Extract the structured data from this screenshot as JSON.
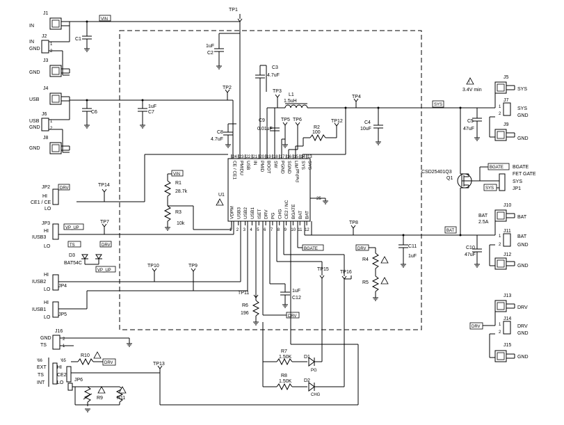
{
  "connectors": {
    "j1": {
      "ref": "J1",
      "net": "IN"
    },
    "j2": {
      "ref": "J2",
      "net1": "IN",
      "net2": "GND",
      "p1": "1",
      "p2": "2"
    },
    "j3": {
      "ref": "J3",
      "net": "GND"
    },
    "j4": {
      "ref": "J4",
      "net": "USB"
    },
    "j6": {
      "ref": "J6",
      "net1": "USB",
      "net2": "GND",
      "p1": "1",
      "p2": "2"
    },
    "j8": {
      "ref": "J8",
      "net": "GND"
    },
    "j5": {
      "ref": "J5",
      "net": "SYS"
    },
    "j7": {
      "ref": "J7",
      "net1": "SYS",
      "net2": "GND",
      "p1": "1",
      "p2": "2"
    },
    "j9": {
      "ref": "J9",
      "net": "GND"
    },
    "j10": {
      "ref": "J10",
      "net": "BAT"
    },
    "j11": {
      "ref": "J11",
      "net1": "BAT",
      "net2": "GND",
      "p1": "1",
      "p2": "2"
    },
    "j12": {
      "ref": "J12",
      "net": "GND"
    },
    "j13": {
      "ref": "J13",
      "net": "DRV"
    },
    "j14": {
      "ref": "J14",
      "net1": "DRV",
      "net2": "GND",
      "p1": "1",
      "p2": "2"
    },
    "j15": {
      "ref": "J15",
      "net": "GND"
    },
    "j16": {
      "ref": "J16",
      "net1": "GND",
      "net2": "TS",
      "p1": "2",
      "p2": "1"
    }
  },
  "testpoints": {
    "tp1": "TP1",
    "tp2": "TP2",
    "tp3": "TP3",
    "tp4": "TP4",
    "tp5": "TP5",
    "tp6": "TP6",
    "tp7": "TP7",
    "tp8": "TP8",
    "tp9": "TP9",
    "tp10": "TP10",
    "tp11": "TP11",
    "tp12": "TP12",
    "tp13": "TP13",
    "tp14": "TP14",
    "tp15": "TP15",
    "tp16": "TP16"
  },
  "capacitors": {
    "c1": {
      "ref": "C1"
    },
    "c2": {
      "ref": "C2",
      "value": "1uF"
    },
    "c3": {
      "ref": "C3",
      "value": "4.7uF"
    },
    "c4": {
      "ref": "C4",
      "value": "10uF"
    },
    "c5": {
      "ref": "C5",
      "value": "47uF"
    },
    "c6": {
      "ref": "C6"
    },
    "c7": {
      "ref": "C7",
      "value": "1uF"
    },
    "c8": {
      "ref": "C8",
      "value": "4.7uF"
    },
    "c9": {
      "ref": "C9",
      "value": "0.01uF"
    },
    "c10": {
      "ref": "C10",
      "value": "47uF"
    },
    "c11": {
      "ref": "C11",
      "value": "1uF"
    },
    "c12": {
      "ref": "C12",
      "value": "1uF"
    }
  },
  "resistors": {
    "r1": {
      "ref": "R1",
      "value": "28.7k"
    },
    "r2": {
      "ref": "R2",
      "value": "100"
    },
    "r3": {
      "ref": "R3",
      "value": "10k"
    },
    "r4": {
      "ref": "R4"
    },
    "r5": {
      "ref": "R5"
    },
    "r6": {
      "ref": "R6",
      "value": "196"
    },
    "r7": {
      "ref": "R7",
      "value": "1.50K"
    },
    "r8": {
      "ref": "R8",
      "value": "1.50K"
    },
    "r9": {
      "ref": "R9"
    },
    "r10": {
      "ref": "R10"
    },
    "r11": {
      "ref": "R11"
    }
  },
  "inductor": {
    "ref": "L1",
    "value": "1.5uH"
  },
  "diodes": {
    "d1": {
      "ref": "D1",
      "sub": "PG"
    },
    "d2": {
      "ref": "D2",
      "sub": "CHG"
    },
    "d3": {
      "ref": "D3",
      "part": "BAT54C"
    }
  },
  "fet": {
    "ref": "Q1",
    "part": "CSD25401Q3"
  },
  "ic": {
    "ref": "U1",
    "top_pins": [
      {
        "num": "24",
        "name": "CE / CE1"
      },
      {
        "num": "23",
        "name": "PMIDU"
      },
      {
        "num": "22",
        "name": "USB"
      },
      {
        "num": "21",
        "name": "IN"
      },
      {
        "num": "20",
        "name": "PMID"
      },
      {
        "num": "19",
        "name": "BOOT"
      },
      {
        "num": "18",
        "name": "SW"
      },
      {
        "num": "17",
        "name": "PGND"
      },
      {
        "num": "16",
        "name": "SGND"
      },
      {
        "num": "15",
        "name": "LIM"
      },
      {
        "num": "14",
        "name": "SYS"
      },
      {
        "num": "13",
        "name": "SYS"
      }
    ],
    "bottom_pins": [
      {
        "num": "1",
        "name": "VDPM"
      },
      {
        "num": "2",
        "name": "USB3"
      },
      {
        "num": "3",
        "name": "USB2"
      },
      {
        "num": "4",
        "name": "USB1"
      },
      {
        "num": "5",
        "name": "ISET"
      },
      {
        "num": "6",
        "name": "DRV"
      },
      {
        "num": "7",
        "name": "PG"
      },
      {
        "num": "8",
        "name": "CHG"
      },
      {
        "num": "9",
        "name": "CE2 / NC"
      },
      {
        "num": "10",
        "name": "BGATE"
      },
      {
        "num": "11",
        "name": "BAT"
      },
      {
        "num": "12",
        "name": "BAT"
      }
    ],
    "pad_label": "PwPad",
    "pad_num": "25"
  },
  "net_tags": {
    "vin": "VIN",
    "vin2": "VIN",
    "drv1": "DRV",
    "vp_up": "VP_UP",
    "drv2": "DRV",
    "vp_up2": "VP_UP",
    "bgate": "BGATE",
    "bgate2": "BGATE",
    "sys": "SYS",
    "sys2": "SYS",
    "bat": "BAT",
    "drv3": "DRV",
    "drv4": "DRV",
    "drv5": "DRV",
    "drv6": "DRV"
  },
  "jumpers": {
    "jp1": {
      "ref": "JP1",
      "net": "SYS"
    },
    "jp2": {
      "ref": "JP2",
      "hi": "HI",
      "lo": "LO",
      "sig": "CE1 / CE"
    },
    "jp3": {
      "ref": "JP3",
      "hi": "HI",
      "lo": "LO",
      "sig": "IUSB3"
    },
    "jp4": {
      "ref": "JP4",
      "hi": "HI",
      "lo": "LO",
      "sig": "IUSB2"
    },
    "jp5": {
      "ref": "JP5",
      "hi": "HI",
      "lo": "LO",
      "sig": "IUSB1"
    },
    "jp6": {
      "ref": "JP6"
    }
  },
  "labels": {
    "sys_min": "3.4V min",
    "bat_current": "2.5A",
    "bgate_label": "BGATE",
    "fet_gate": "FET GATE",
    "ts_ext": "EXT",
    "ts_ts": "TS",
    "ts_int": "INT",
    "ce2_hi": "HI",
    "ce2": "CE2",
    "ce2_lo": "LO",
    "ver_66": "'66",
    "ver_65": "'65",
    "warn": "!",
    "pin1": "1",
    "pin2": "2",
    "pin3": "3"
  }
}
